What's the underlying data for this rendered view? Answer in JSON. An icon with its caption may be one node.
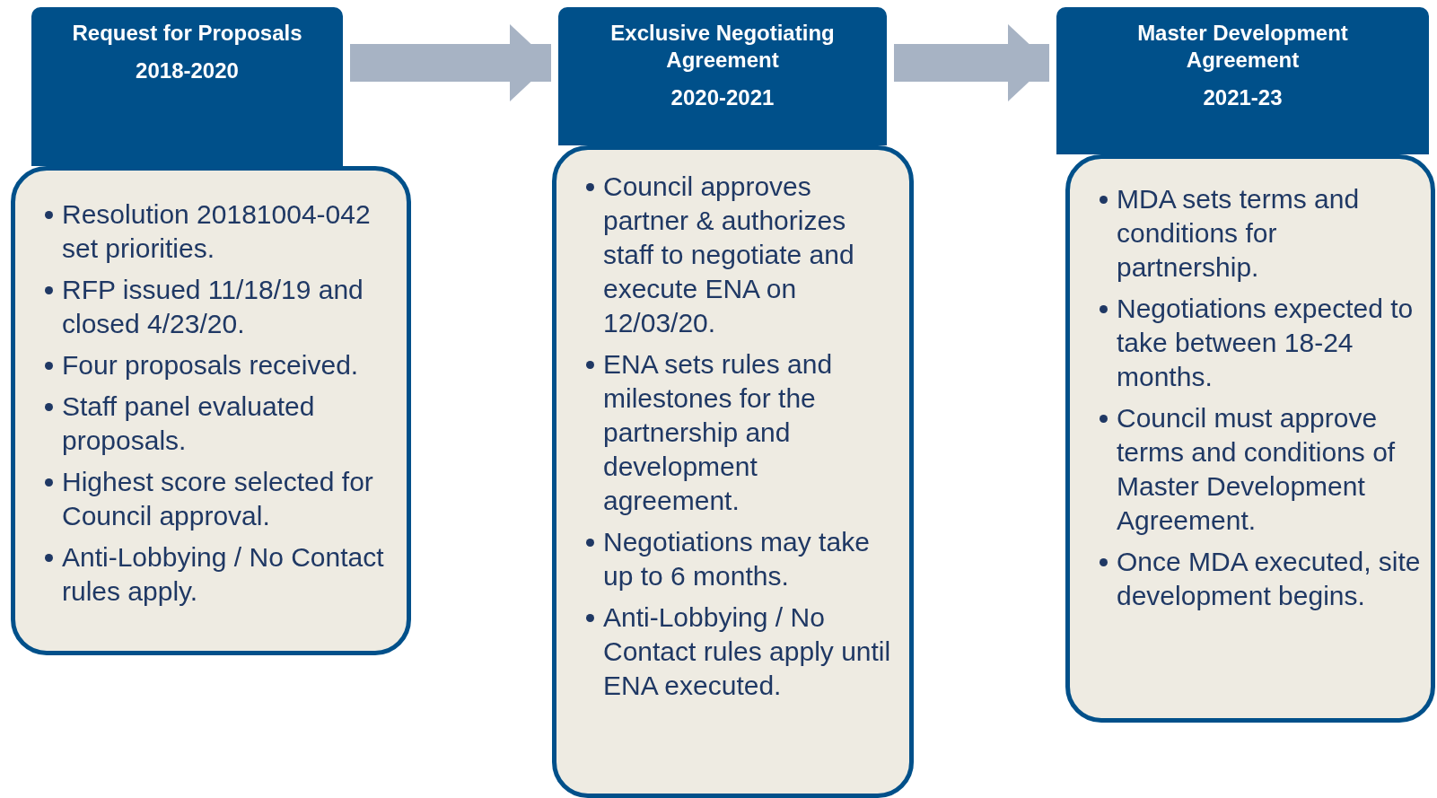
{
  "diagram": {
    "nodes": [
      {
        "text": [
          "Request for Proposals",
          "2018-2020"
        ]
      },
      {
        "text": [
          "Resolution 20181004-042 set priorities.",
          "RFP issued 11/18/19 and closed 4/23/20.",
          "Four proposals received.",
          "Staff panel evaluated proposals.",
          "Highest score selected for Council approval.",
          "Anti-Lobbying / No Contact rules apply."
        ]
      },
      {
        "text": [
          "Exclusive Negotiating Agreement",
          "2020-2021"
        ]
      },
      {
        "text": [
          "Council approves partner & authorizes staff to negotiate and execute ENA on 12/03/20.",
          "ENA sets rules and milestones for the partnership and development agreement.",
          "Negotiations may take up to 6 months.",
          "Anti-Lobbying / No Contact rules apply until ENA executed."
        ]
      },
      {
        "text": [
          "Master Development Agreement",
          "2021-23"
        ]
      },
      {
        "text": [
          "MDA sets terms and conditions for partnership.",
          "Negotiations expected to take between 18-24 months.",
          "Council must approve terms and conditions of Master Development Agreement.",
          "Once MDA executed, site development begins."
        ]
      }
    ],
    "edges": [
      {
        "from": 0,
        "to": 2,
        "arrow": "to"
      },
      {
        "from": 2,
        "to": 4,
        "arrow": "to"
      }
    ]
  }
}
